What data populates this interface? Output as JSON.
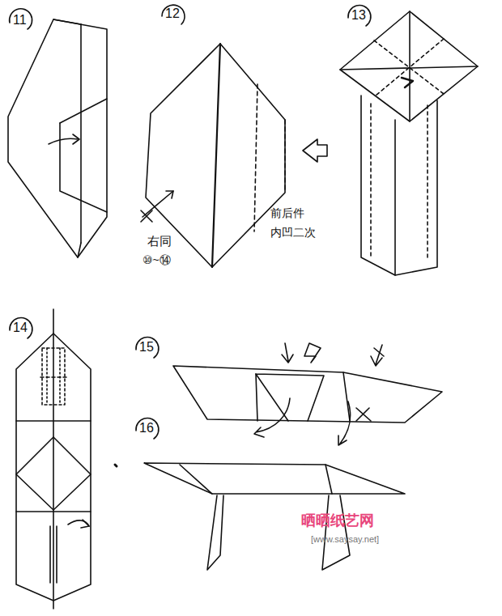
{
  "diagram": {
    "labels": [
      "11",
      "12",
      "13",
      "14",
      "15",
      "16",
      "右同",
      "⑩~⑭",
      "前后件",
      "内凹二次",
      "晒晒纸艺网",
      "[www.saysay.net]"
    ]
  }
}
